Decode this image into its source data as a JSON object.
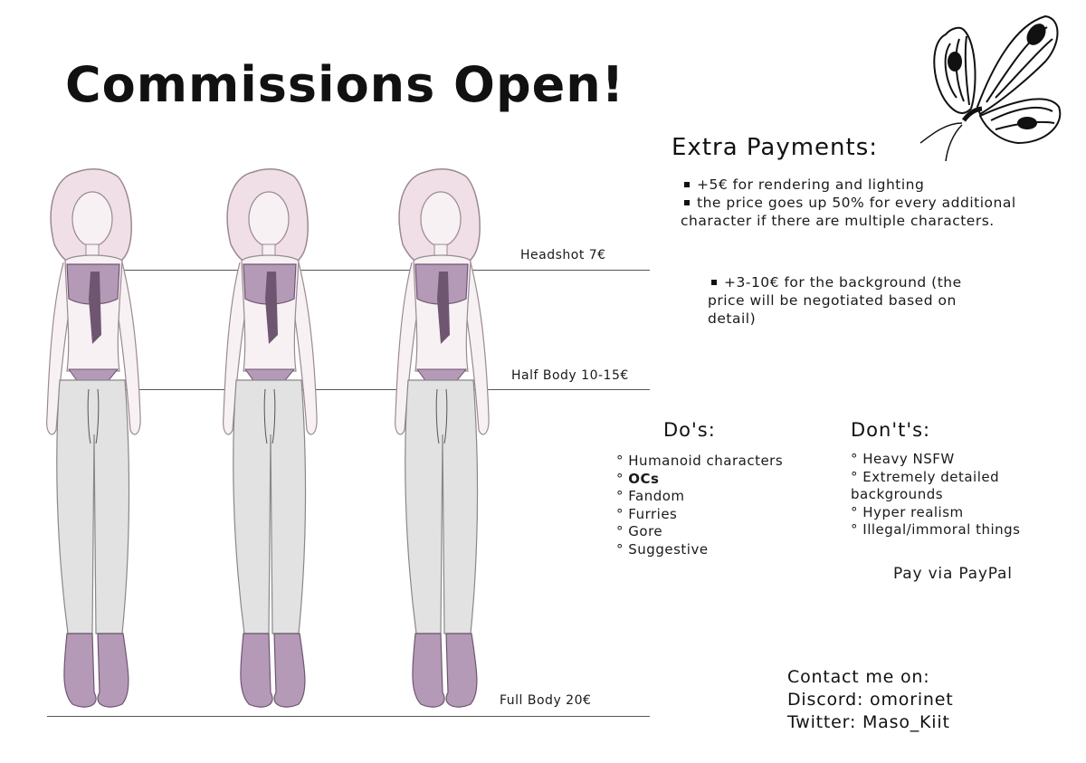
{
  "title": "Commissions Open!",
  "extra_payments": {
    "heading": "Extra Payments:",
    "items": [
      "+5€ for rendering and lighting",
      "the price goes up 50% for every additional character if there are multiple characters.",
      "+3-10€ for the background (the price will be negotiated based on detail)"
    ]
  },
  "size_marks": [
    {
      "label": "Headshot 7€"
    },
    {
      "label": "Half Body 10-15€"
    },
    {
      "label": "Full Body 20€"
    }
  ],
  "dos": {
    "heading": "Do's:",
    "items": [
      "Humanoid characters",
      "OCs",
      "Fandom",
      "Furries",
      "Gore",
      "Suggestive"
    ]
  },
  "donts": {
    "heading": "Don't's:",
    "items": [
      "Heavy NSFW",
      "Extremely detailed backgrounds",
      "Hyper realism",
      "Illegal/immoral things"
    ]
  },
  "payment_note": "Pay via PayPal",
  "contact": {
    "heading": "Contact me on:",
    "discord": "Discord: omorinet",
    "twitter": "Twitter: Maso_Kiit"
  },
  "colors": {
    "outfit": "#b59ab8",
    "outfit_dark": "#6e5670",
    "hair": "#f1dfe8",
    "skin": "#f7f1f4",
    "pants": "#e2e2e2",
    "line": "#444444"
  },
  "icons": [
    "butterfly-icon"
  ]
}
